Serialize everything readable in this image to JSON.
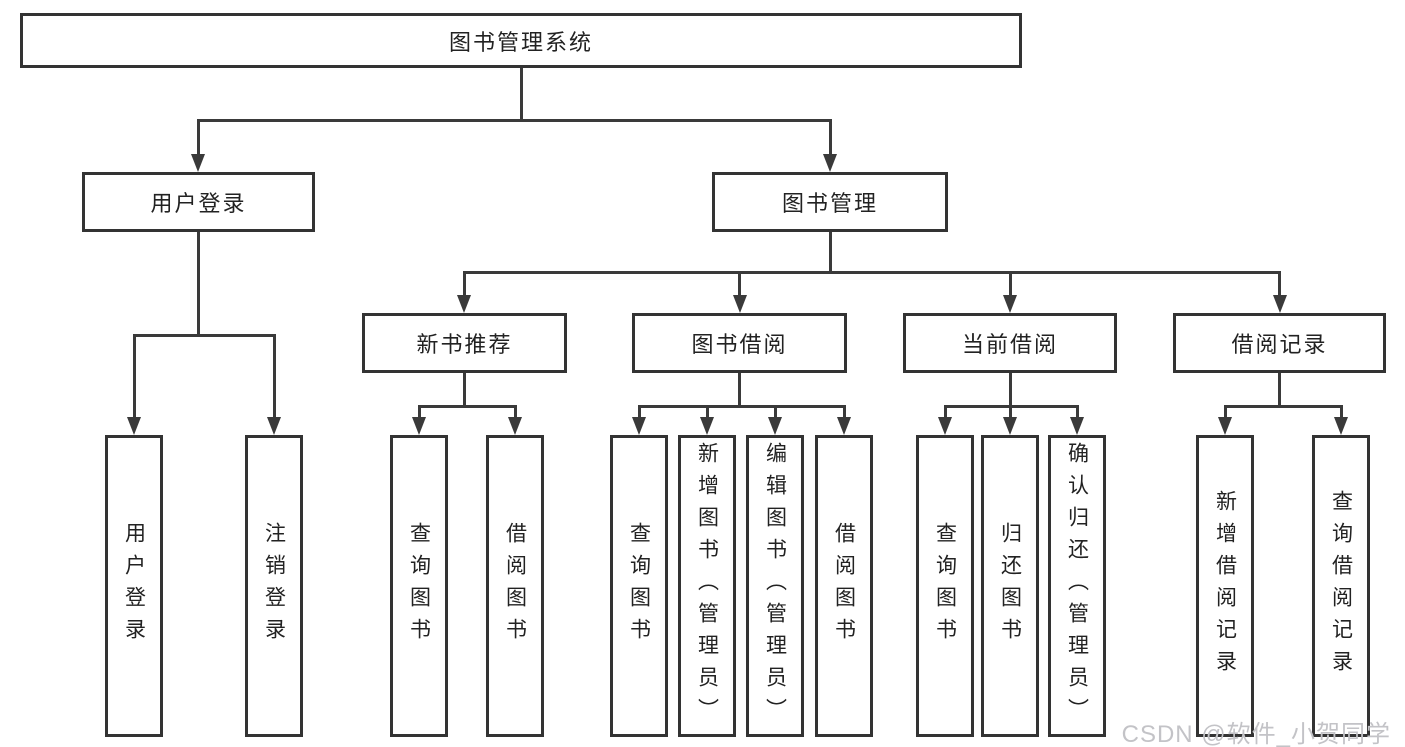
{
  "diagram": {
    "root": {
      "label": "图书管理系统"
    },
    "level2": [
      {
        "label": "用户登录"
      },
      {
        "label": "图书管理"
      }
    ],
    "level3": [
      {
        "label": "新书推荐"
      },
      {
        "label": "图书借阅"
      },
      {
        "label": "当前借阅"
      },
      {
        "label": "借阅记录"
      }
    ],
    "leaves": {
      "user_login": [
        {
          "label": "用户登录"
        },
        {
          "label": "注销登录"
        }
      ],
      "new_book": [
        {
          "label": "查询图书"
        },
        {
          "label": "借阅图书"
        }
      ],
      "book_borrow": [
        {
          "label": "查询图书"
        },
        {
          "label": "新增图书（管理员）"
        },
        {
          "label": "编辑图书（管理员）"
        },
        {
          "label": "借阅图书"
        }
      ],
      "current_borrow": [
        {
          "label": "查询图书"
        },
        {
          "label": "归还图书"
        },
        {
          "label": "确认归还（管理员）"
        }
      ],
      "borrow_record": [
        {
          "label": "新增借阅记录"
        },
        {
          "label": "查询借阅记录"
        }
      ]
    }
  },
  "watermark": {
    "text": "CSDN @软件_小贺同学"
  },
  "colors": {
    "line": "#3a3a3a",
    "box_border": "#333333",
    "text": "#222222",
    "watermark": "#c3c3c7",
    "background": "#ffffff"
  }
}
